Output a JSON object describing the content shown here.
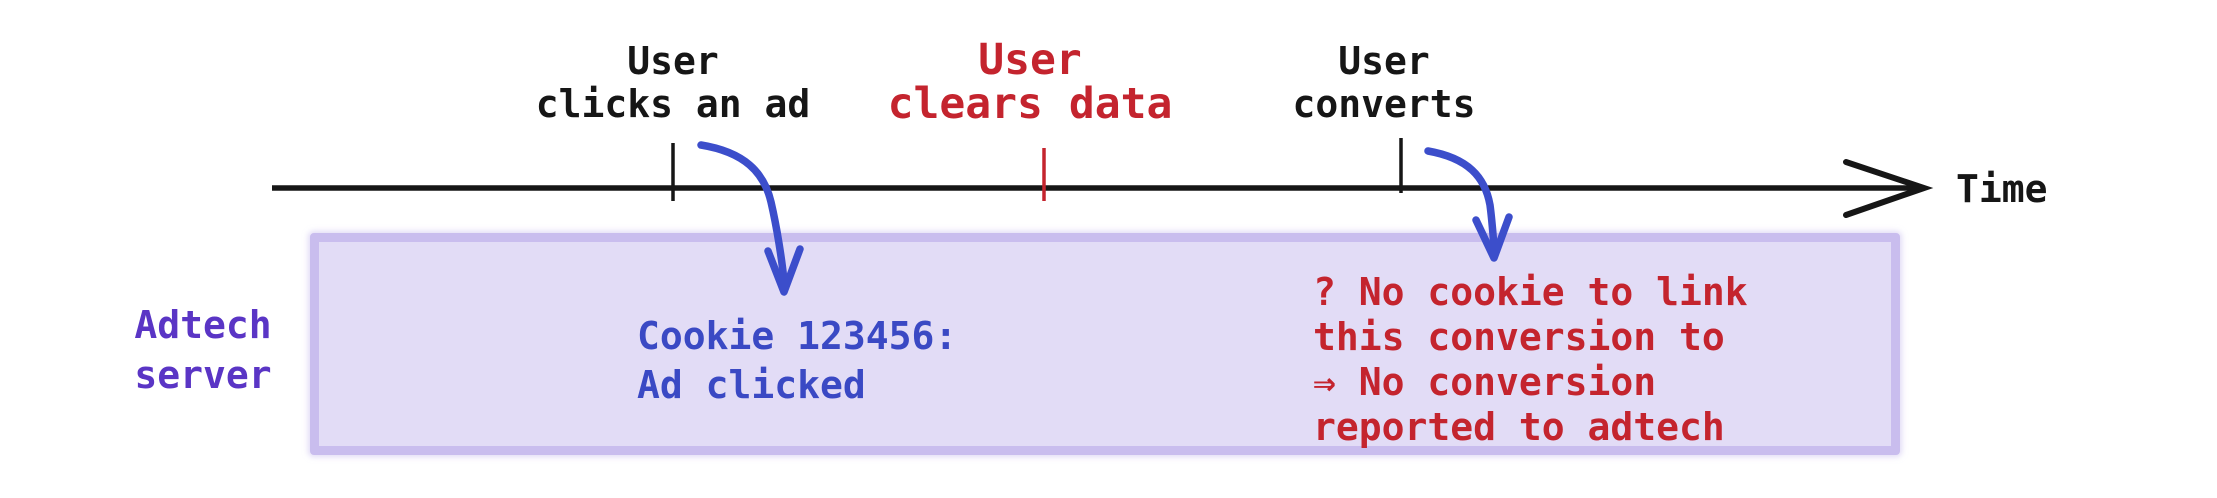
{
  "colors": {
    "black": "#161616",
    "red": "#c4242e",
    "blue_text": "#3a49c4",
    "arrow_blue": "#3c4ecb",
    "purple": "#5a35c5",
    "box_fill": "#e2dcf6",
    "box_border": "#c9bdee",
    "bg": "#ffffff"
  },
  "timeline": {
    "axis_label": "Time",
    "events": [
      {
        "line1": "User",
        "line2": "clicks an ad",
        "color": "black"
      },
      {
        "line1": "User",
        "line2": "clears data",
        "color": "red"
      },
      {
        "line1": "User",
        "line2": "converts",
        "color": "black"
      }
    ]
  },
  "server": {
    "line1": "Adtech",
    "line2": "server"
  },
  "server_box": {
    "cookie": {
      "line1": "Cookie 123456:",
      "line2": "Ad clicked"
    },
    "no_conversion": {
      "line1": "? No cookie to link",
      "line2": "this conversion to",
      "line3": "⇒ No conversion",
      "line4": "reported to adtech"
    }
  }
}
